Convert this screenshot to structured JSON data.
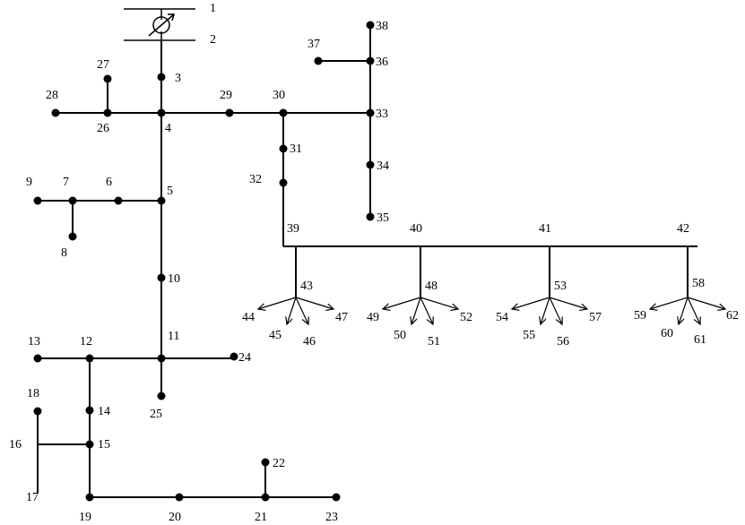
{
  "line_color": "#000000",
  "bus_labels": {
    "b1": "1",
    "b2": "2",
    "b3": "3",
    "b4": "4",
    "b5": "5",
    "b6": "6",
    "b7": "7",
    "b8": "8",
    "b9": "9",
    "b10": "10",
    "b11": "11",
    "b12": "12",
    "b13": "13",
    "b14": "14",
    "b15": "15",
    "b16": "16",
    "b17": "17",
    "b18": "18",
    "b19": "19",
    "b20": "20",
    "b21": "21",
    "b22": "22",
    "b23": "23",
    "b24": "24",
    "b25": "25",
    "b26": "26",
    "b27": "27",
    "b28": "28",
    "b29": "29",
    "b30": "30",
    "b31": "31",
    "b32": "32",
    "b33": "33",
    "b34": "34",
    "b35": "35",
    "b36": "36",
    "b37": "37",
    "b38": "38",
    "b39": "39",
    "b40": "40",
    "b41": "41",
    "b42": "42",
    "b43": "43",
    "b44": "44",
    "b45": "45",
    "b46": "46",
    "b47": "47",
    "b48": "48",
    "b49": "49",
    "b50": "50",
    "b51": "51",
    "b52": "52",
    "b53": "53",
    "b54": "54",
    "b55": "55",
    "b56": "56",
    "b57": "57",
    "b58": "58",
    "b59": "59",
    "b60": "60",
    "b61": "61",
    "b62": "62"
  }
}
